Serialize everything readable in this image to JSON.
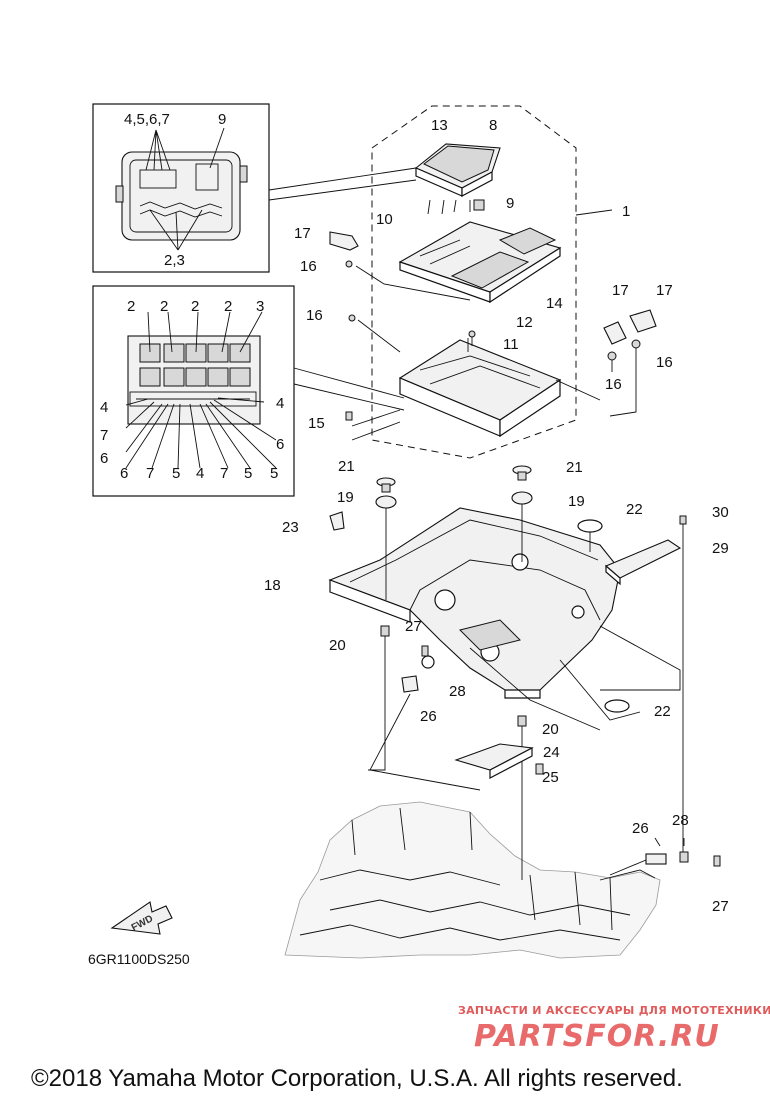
{
  "diagram": {
    "drawing_code": "6GR1100DS250",
    "direction_label": "FWD",
    "copyright": "©2018 Yamaha Motor Corporation, U.S.A. All rights reserved.",
    "watermark": {
      "line1": "ЗАПЧАСТИ И АКСЕССУАРЫ ДЛЯ МОТОТЕХНИКИ",
      "line2": "PARTSFOR.RU"
    },
    "inset_top_labels": [
      "4,5,6,7",
      "9",
      "2,3"
    ],
    "inset_left_labels": [
      "2",
      "2",
      "2",
      "2",
      "3",
      "4",
      "4",
      "7",
      "6",
      "6",
      "7",
      "5",
      "4",
      "7",
      "5",
      "5",
      "6"
    ],
    "callouts": [
      "13",
      "8",
      "9",
      "10",
      "1",
      "17",
      "16",
      "14",
      "12",
      "16",
      "11",
      "17",
      "17",
      "16",
      "16",
      "15",
      "21",
      "21",
      "19",
      "19",
      "23",
      "22",
      "30",
      "29",
      "18",
      "20",
      "27",
      "28",
      "26",
      "22",
      "20",
      "24",
      "25",
      "26",
      "28",
      "27"
    ]
  }
}
